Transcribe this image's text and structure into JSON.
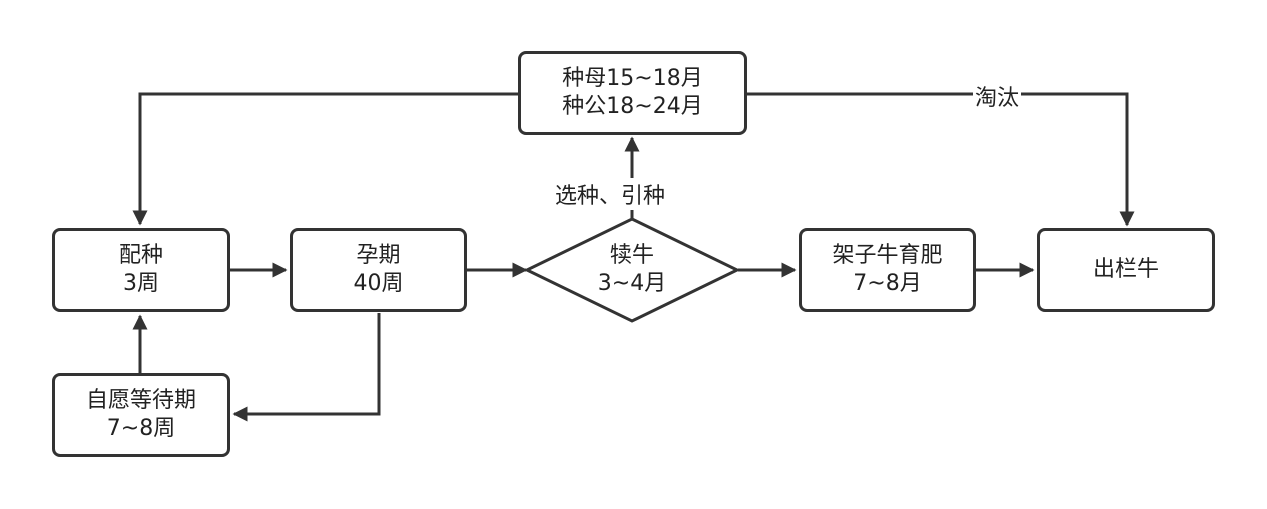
{
  "nodes": {
    "breeding": {
      "line1": "配种",
      "line2": "3周"
    },
    "pregnancy": {
      "line1": "孕期",
      "line2": "40周"
    },
    "calf": {
      "line1": "犊牛",
      "line2": "3~4月"
    },
    "fattening": {
      "line1": "架子牛育肥",
      "line2": "7~8月"
    },
    "market": {
      "line1": "出栏牛"
    },
    "breeding_stock": {
      "line1": "种母15~18月",
      "line2": "种公18~24月"
    },
    "voluntary_wait": {
      "line1": "自愿等待期",
      "line2": "7~8周"
    }
  },
  "edge_labels": {
    "selection": "选种、引种",
    "cull": "淘汰"
  },
  "colors": {
    "stroke": "#333333",
    "text": "#222222",
    "background": "#ffffff"
  }
}
